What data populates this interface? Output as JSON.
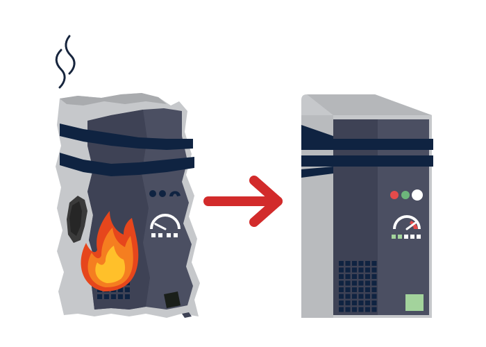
{
  "illustration": {
    "left_server": {
      "state": "burning",
      "icons": [
        "smoke-icon",
        "flame-icon",
        "scorch-mark-icon"
      ],
      "gauge_level": 0.15
    },
    "arrow": {
      "icon": "arrow-right-icon",
      "direction": "right"
    },
    "right_server": {
      "state": "new",
      "icons": [
        "gauge-icon",
        "status-led-icon"
      ],
      "gauge_level": 0.8
    },
    "colors": {
      "background": "#ffffff",
      "case_shell": "#c6c8cb",
      "case_shell_dark": "#a9abae",
      "front_panel": "#4b4f62",
      "front_panel_dark": "#3e4255",
      "stripe": "#0f2341",
      "arrow": "#d22b2b",
      "led_red": "#e34b4b",
      "led_green": "#6db67b",
      "led_white": "#ffffff",
      "drive_bay": "#a3d39c",
      "flame_outer": "#e6461c",
      "flame_mid": "#f57e20",
      "flame_inner": "#ffc02a",
      "smoke": "#17253d"
    }
  }
}
